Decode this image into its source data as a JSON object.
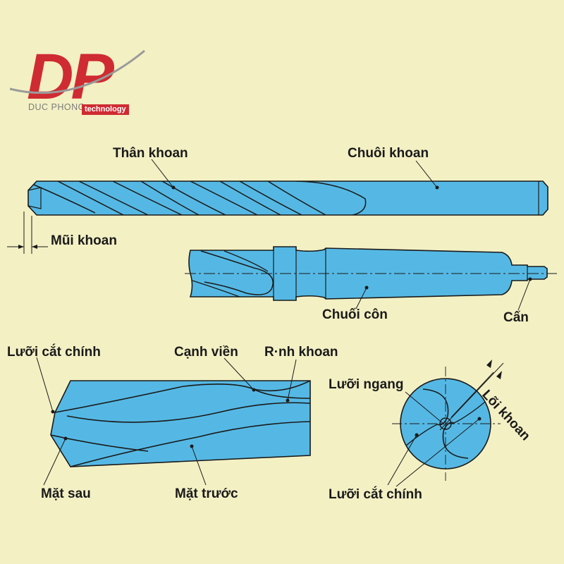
{
  "logo": {
    "letters": "DP",
    "brand": "DUC PHONG",
    "tagline": "technology",
    "colors": {
      "red": "#cf2b32",
      "grey": "#8c8c8c"
    }
  },
  "labels": {
    "than_khoan": "Thân khoan",
    "chuoi_khoan": "Chuôi khoan",
    "mui_khoan": "Mũi khoan",
    "chuoi_con": "Chuối côn",
    "can": "Cấn",
    "luoi_cat_chinh_left": "Lưỡi cắt chính",
    "canh_vien": "Cạnh viền",
    "ranh_khoan": "R·nh khoan",
    "mat_sau": "Mặt sau",
    "mat_truoc": "Mặt trước",
    "luoi_ngang": "Lưỡi ngang",
    "loi_khoan": "Lõi khoan",
    "luoi_cat_chinh_bottom": "Lưỡi cắt chính"
  },
  "colors": {
    "background": "#f3f0c4",
    "drill_fill": "#55b8e4",
    "drill_dark": "#3d9dcc",
    "outline": "#1a1a1a"
  }
}
